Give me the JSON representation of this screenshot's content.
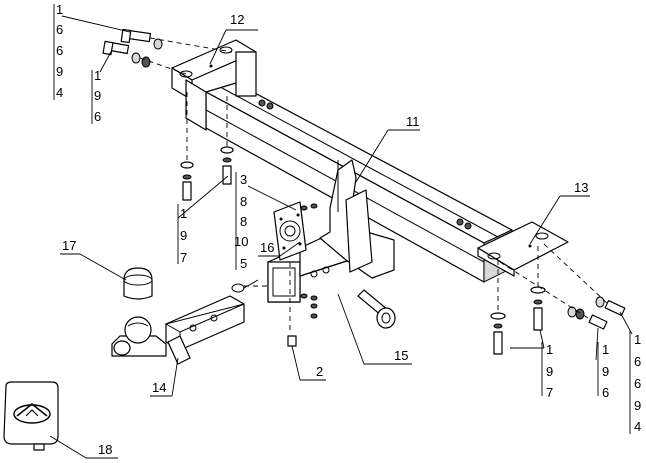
{
  "callouts": {
    "c12": "12",
    "c11": "11",
    "c13": "13",
    "c17": "17",
    "c16": "16",
    "c15": "15",
    "c14": "14",
    "c18": "18",
    "c2": "2"
  },
  "stacks": {
    "top_left_a": [
      "1",
      "6",
      "6",
      "9",
      "4"
    ],
    "top_left_b": [
      "1",
      "9",
      "6"
    ],
    "mid_left": [
      "1",
      "9",
      "7"
    ],
    "center_left": [
      "3",
      "8",
      "8",
      "10",
      "5"
    ],
    "right_a": [
      "1",
      "9",
      "7"
    ],
    "right_b": [
      "1",
      "9",
      "6"
    ],
    "right_c": [
      "1",
      "6",
      "6",
      "9",
      "4"
    ]
  }
}
